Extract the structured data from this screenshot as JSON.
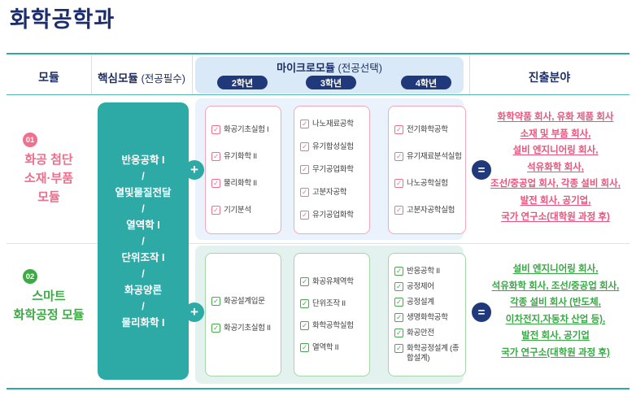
{
  "page_title": "화학공학과",
  "header": {
    "module_col": "모듈",
    "core_label": "핵심모듈",
    "core_sub": "(전공필수)",
    "micro_label": "마이크로모듈",
    "micro_sub": "(전공선택)",
    "years": [
      "2학년",
      "3학년",
      "4학년"
    ],
    "career_col": "진출분야"
  },
  "core_module": {
    "lines": [
      "반응공학 I",
      "/",
      "열및물질전달",
      "/",
      "열역학 I",
      "/",
      "단위조작 I",
      "/",
      "화공양론",
      "/",
      "물리화학 I"
    ]
  },
  "icons": {
    "plus": "+",
    "equals": "=",
    "check": "✓"
  },
  "rows": [
    {
      "badge": "01",
      "title_lines": [
        "화공 첨단",
        "소재·부품",
        "모듈"
      ],
      "accent": "#ee6e8d",
      "years": [
        {
          "label": "2학년",
          "items": [
            "화공기초실험 I",
            "유기화학 II",
            "물리화학 II",
            "기기분석"
          ]
        },
        {
          "label": "3학년",
          "items": [
            "나노재료공학",
            "유기합성실험",
            "무기공업화학",
            "고분자공학",
            "유기공업화학"
          ]
        },
        {
          "label": "4학년",
          "items": [
            "전기화학공학",
            "유기재료분석실험",
            "나노공학실험",
            "고분자공학실험"
          ]
        }
      ],
      "careers": [
        "화학약품 회사, 유화 제품 회사",
        "소재 및 부품 회사,",
        "설비 엔지니어링 회사,",
        "석유화학 회사,",
        "조선/중공업 회사, 각종 설비 회사,",
        "발전 회사, 공기업,",
        "국가 연구소(대학원 과정 후)"
      ]
    },
    {
      "badge": "02",
      "title_lines": [
        "스마트",
        "화학공정 모듈"
      ],
      "accent": "#3cab44",
      "years": [
        {
          "label": "2학년",
          "items": [
            "화공설계입문",
            "화공기초실험 II"
          ]
        },
        {
          "label": "3학년",
          "items": [
            "화공유체역학",
            "단위조작 II",
            "화학공학실험",
            "열역학 II"
          ]
        },
        {
          "label": "4학년",
          "items": [
            "반응공학 II",
            "공정제어",
            "공정설계",
            "생명화학공학",
            "화공안전",
            "화학공정설계 (종합설계)"
          ]
        }
      ],
      "careers": [
        "설비 엔지니어링 회사,",
        "석유화학 회사, 조선/중공업 회사,",
        "각종 설비 회사 (반도체,",
        "이차전지,자동차 산업 등),",
        "발전 회사, 공기업",
        "국가 연구소(대학원 과정 후)"
      ]
    }
  ],
  "colors": {
    "title_navy": "#1b2d6d",
    "pill_navy": "#20397a",
    "teal": "#2da9a6",
    "row1_accent": "#ee6e8d",
    "row2_accent": "#3cab44",
    "career_pink": "#e8547c",
    "career_green": "#37a843",
    "micro_header_bg": "#d9e9f7",
    "row1_micro_bg": "#eaf3fb",
    "row2_micro_bg": "#e3f2ee"
  }
}
